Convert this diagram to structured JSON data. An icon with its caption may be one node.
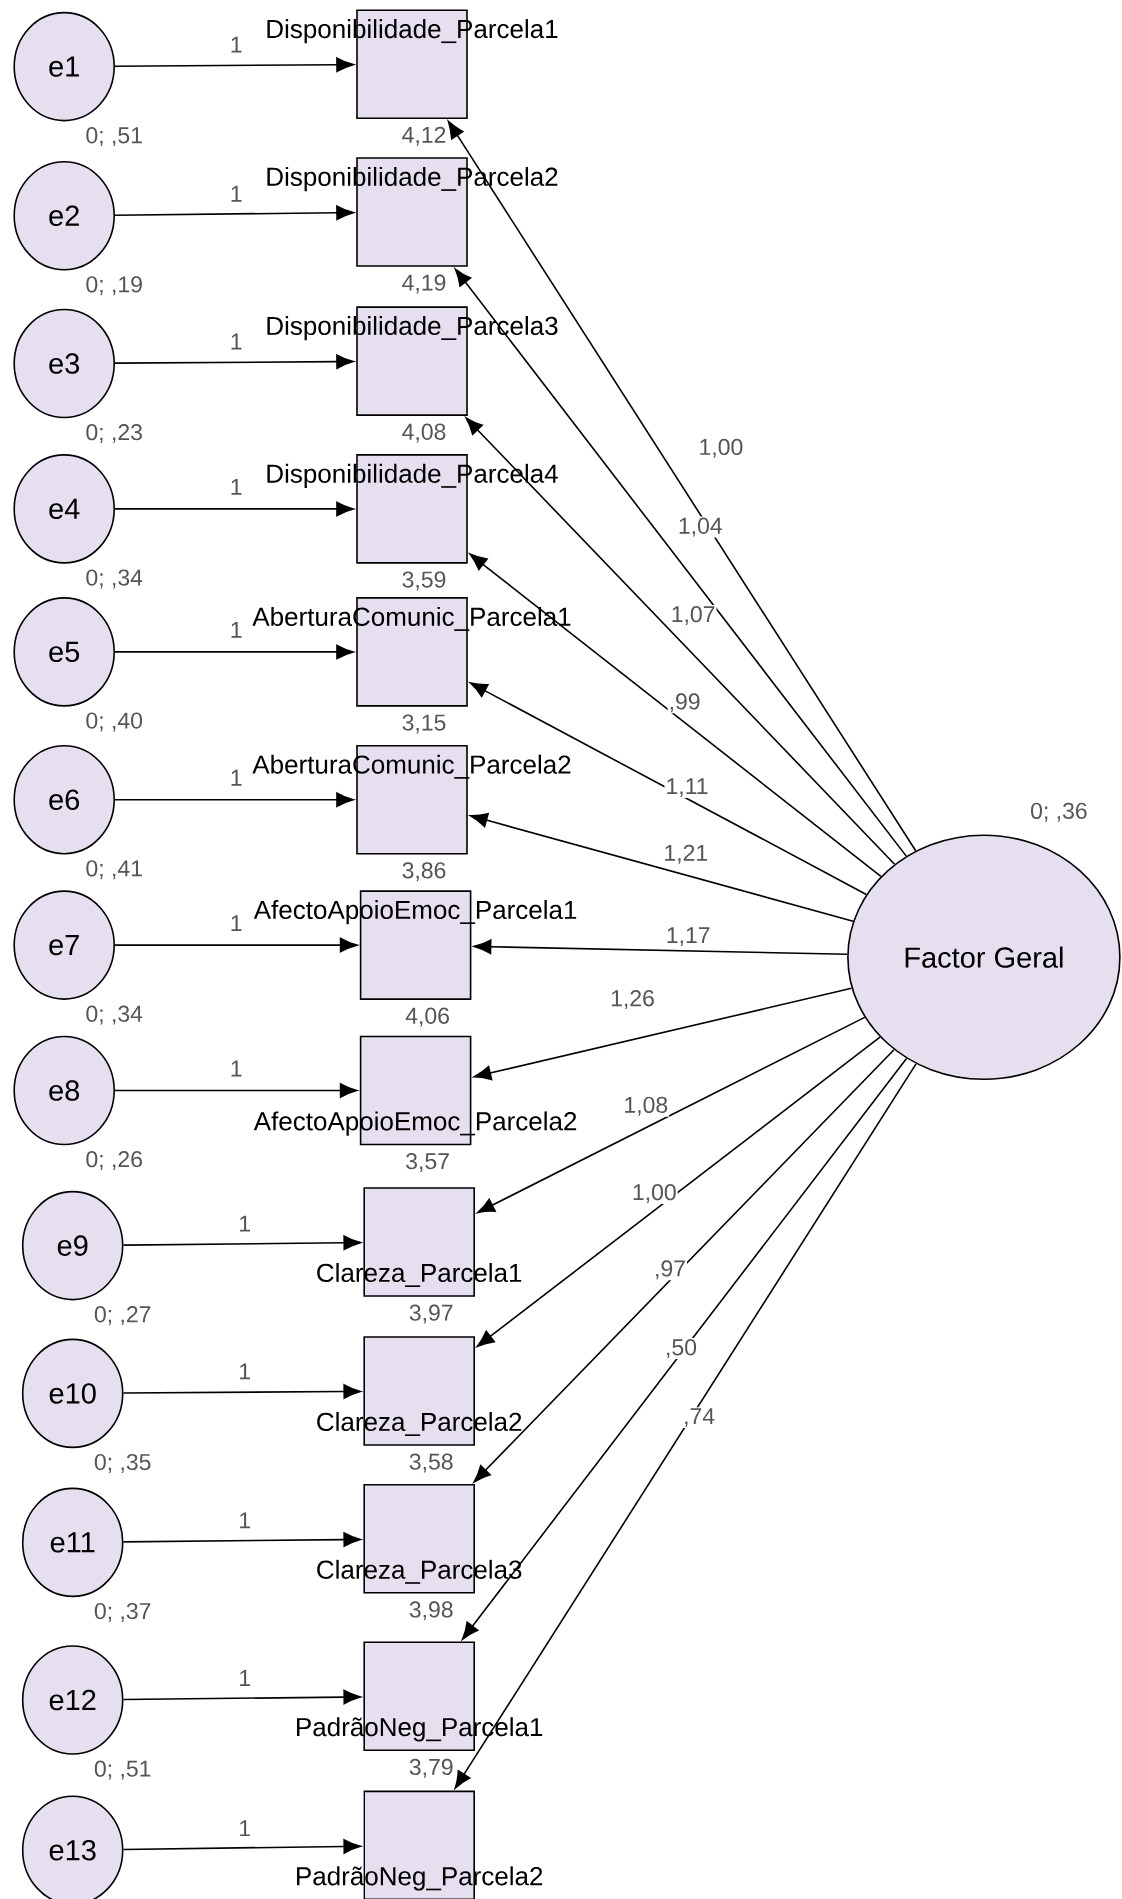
{
  "diagram": {
    "nodes": [
      {
        "text": [
          "e1"
        ],
        "beside": [
          "0; ,51"
        ]
      },
      {
        "text": [
          "e2"
        ],
        "beside": [
          "0; ,19"
        ]
      },
      {
        "text": [
          "e3"
        ],
        "beside": [
          "0; ,23"
        ]
      },
      {
        "text": [
          "e4"
        ],
        "beside": [
          "0; ,34"
        ]
      },
      {
        "text": [
          "e5"
        ],
        "beside": [
          "0; ,40"
        ]
      },
      {
        "text": [
          "e6"
        ],
        "beside": [
          "0; ,41"
        ]
      },
      {
        "text": [
          "e7"
        ],
        "beside": [
          "0; ,34"
        ]
      },
      {
        "text": [
          "e8"
        ],
        "beside": [
          "0; ,26"
        ]
      },
      {
        "text": [
          "e9"
        ],
        "beside": [
          "0; ,27"
        ]
      },
      {
        "text": [
          "e10"
        ],
        "beside": [
          "0; ,35"
        ]
      },
      {
        "text": [
          "e11"
        ],
        "beside": [
          "0; ,37"
        ]
      },
      {
        "text": [
          "e12"
        ],
        "beside": [
          "0; ,51"
        ]
      },
      {
        "text": [
          "e13"
        ]
      },
      {
        "text": [
          "Disponibilidade_Parcela1"
        ],
        "beside": [
          "4,12"
        ]
      },
      {
        "text": [
          "Disponibilidade_Parcela2"
        ],
        "beside": [
          "4,19"
        ]
      },
      {
        "text": [
          "Disponibilidade_Parcela3"
        ],
        "beside": [
          "4,08"
        ]
      },
      {
        "text": [
          "Disponibilidade_Parcela4"
        ],
        "beside": [
          "3,59"
        ]
      },
      {
        "text": [
          "AberturaComunic_Parcela1"
        ],
        "beside": [
          "3,15"
        ]
      },
      {
        "text": [
          "AberturaComunic_Parcela2"
        ],
        "beside": [
          "3,86"
        ]
      },
      {
        "text": [
          "AfectoApoioEmoc_Parcela1"
        ],
        "beside": [
          "4,06"
        ]
      },
      {
        "text": [
          "AfectoApoioEmoc_Parcela2"
        ],
        "beside": [
          "3,57"
        ]
      },
      {
        "text": [
          "Clareza_Parcela1"
        ],
        "beside": [
          "3,97"
        ]
      },
      {
        "text": [
          "Clareza_Parcela2"
        ],
        "beside": [
          "3,58"
        ]
      },
      {
        "text": [
          "Clareza_Parcela3"
        ],
        "beside": [
          "3,98"
        ]
      },
      {
        "text": [
          "PadrãoNeg_Parcela1"
        ],
        "beside": [
          "3,79"
        ]
      },
      {
        "text": [
          "PadrãoNeg_Parcela2"
        ]
      },
      {
        "text": [
          "Factor Geral"
        ],
        "beside": [
          "0; ,36"
        ]
      }
    ],
    "edges": [
      {
        "from": 0,
        "to": 13,
        "arrow": "to",
        "label": "1"
      },
      {
        "from": 1,
        "to": 14,
        "arrow": "to",
        "label": "1"
      },
      {
        "from": 2,
        "to": 15,
        "arrow": "to",
        "label": "1"
      },
      {
        "from": 3,
        "to": 16,
        "arrow": "to",
        "label": "1"
      },
      {
        "from": 4,
        "to": 17,
        "arrow": "to",
        "label": "1"
      },
      {
        "from": 5,
        "to": 18,
        "arrow": "to",
        "label": "1"
      },
      {
        "from": 6,
        "to": 19,
        "arrow": "to",
        "label": "1"
      },
      {
        "from": 7,
        "to": 20,
        "arrow": "to",
        "label": "1"
      },
      {
        "from": 8,
        "to": 21,
        "arrow": "to",
        "label": "1"
      },
      {
        "from": 9,
        "to": 22,
        "arrow": "to",
        "label": "1"
      },
      {
        "from": 10,
        "to": 23,
        "arrow": "to",
        "label": "1"
      },
      {
        "from": 11,
        "to": 24,
        "arrow": "to",
        "label": "1"
      },
      {
        "from": 12,
        "to": 25,
        "arrow": "to",
        "label": "1"
      },
      {
        "from": 26,
        "to": 13,
        "arrow": "to",
        "label": "1,00"
      },
      {
        "from": 26,
        "to": 14,
        "arrow": "to",
        "label": "1,04"
      },
      {
        "from": 26,
        "to": 15,
        "arrow": "to",
        "label": "1,07"
      },
      {
        "from": 26,
        "to": 16,
        "arrow": "to",
        "label": ",99"
      },
      {
        "from": 26,
        "to": 17,
        "arrow": "to",
        "label": "1,11"
      },
      {
        "from": 26,
        "to": 18,
        "arrow": "to",
        "label": "1,21"
      },
      {
        "from": 26,
        "to": 19,
        "arrow": "to",
        "label": "1,17"
      },
      {
        "from": 26,
        "to": 20,
        "arrow": "to",
        "label": "1,26"
      },
      {
        "from": 26,
        "to": 21,
        "arrow": "to",
        "label": "1,08"
      },
      {
        "from": 26,
        "to": 22,
        "arrow": "to",
        "label": "1,00"
      },
      {
        "from": 26,
        "to": 23,
        "arrow": "to",
        "label": ",97"
      },
      {
        "from": 26,
        "to": 24,
        "arrow": "to",
        "label": ",50"
      },
      {
        "from": 26,
        "to": 25,
        "arrow": "to",
        "label": ",74"
      }
    ]
  }
}
